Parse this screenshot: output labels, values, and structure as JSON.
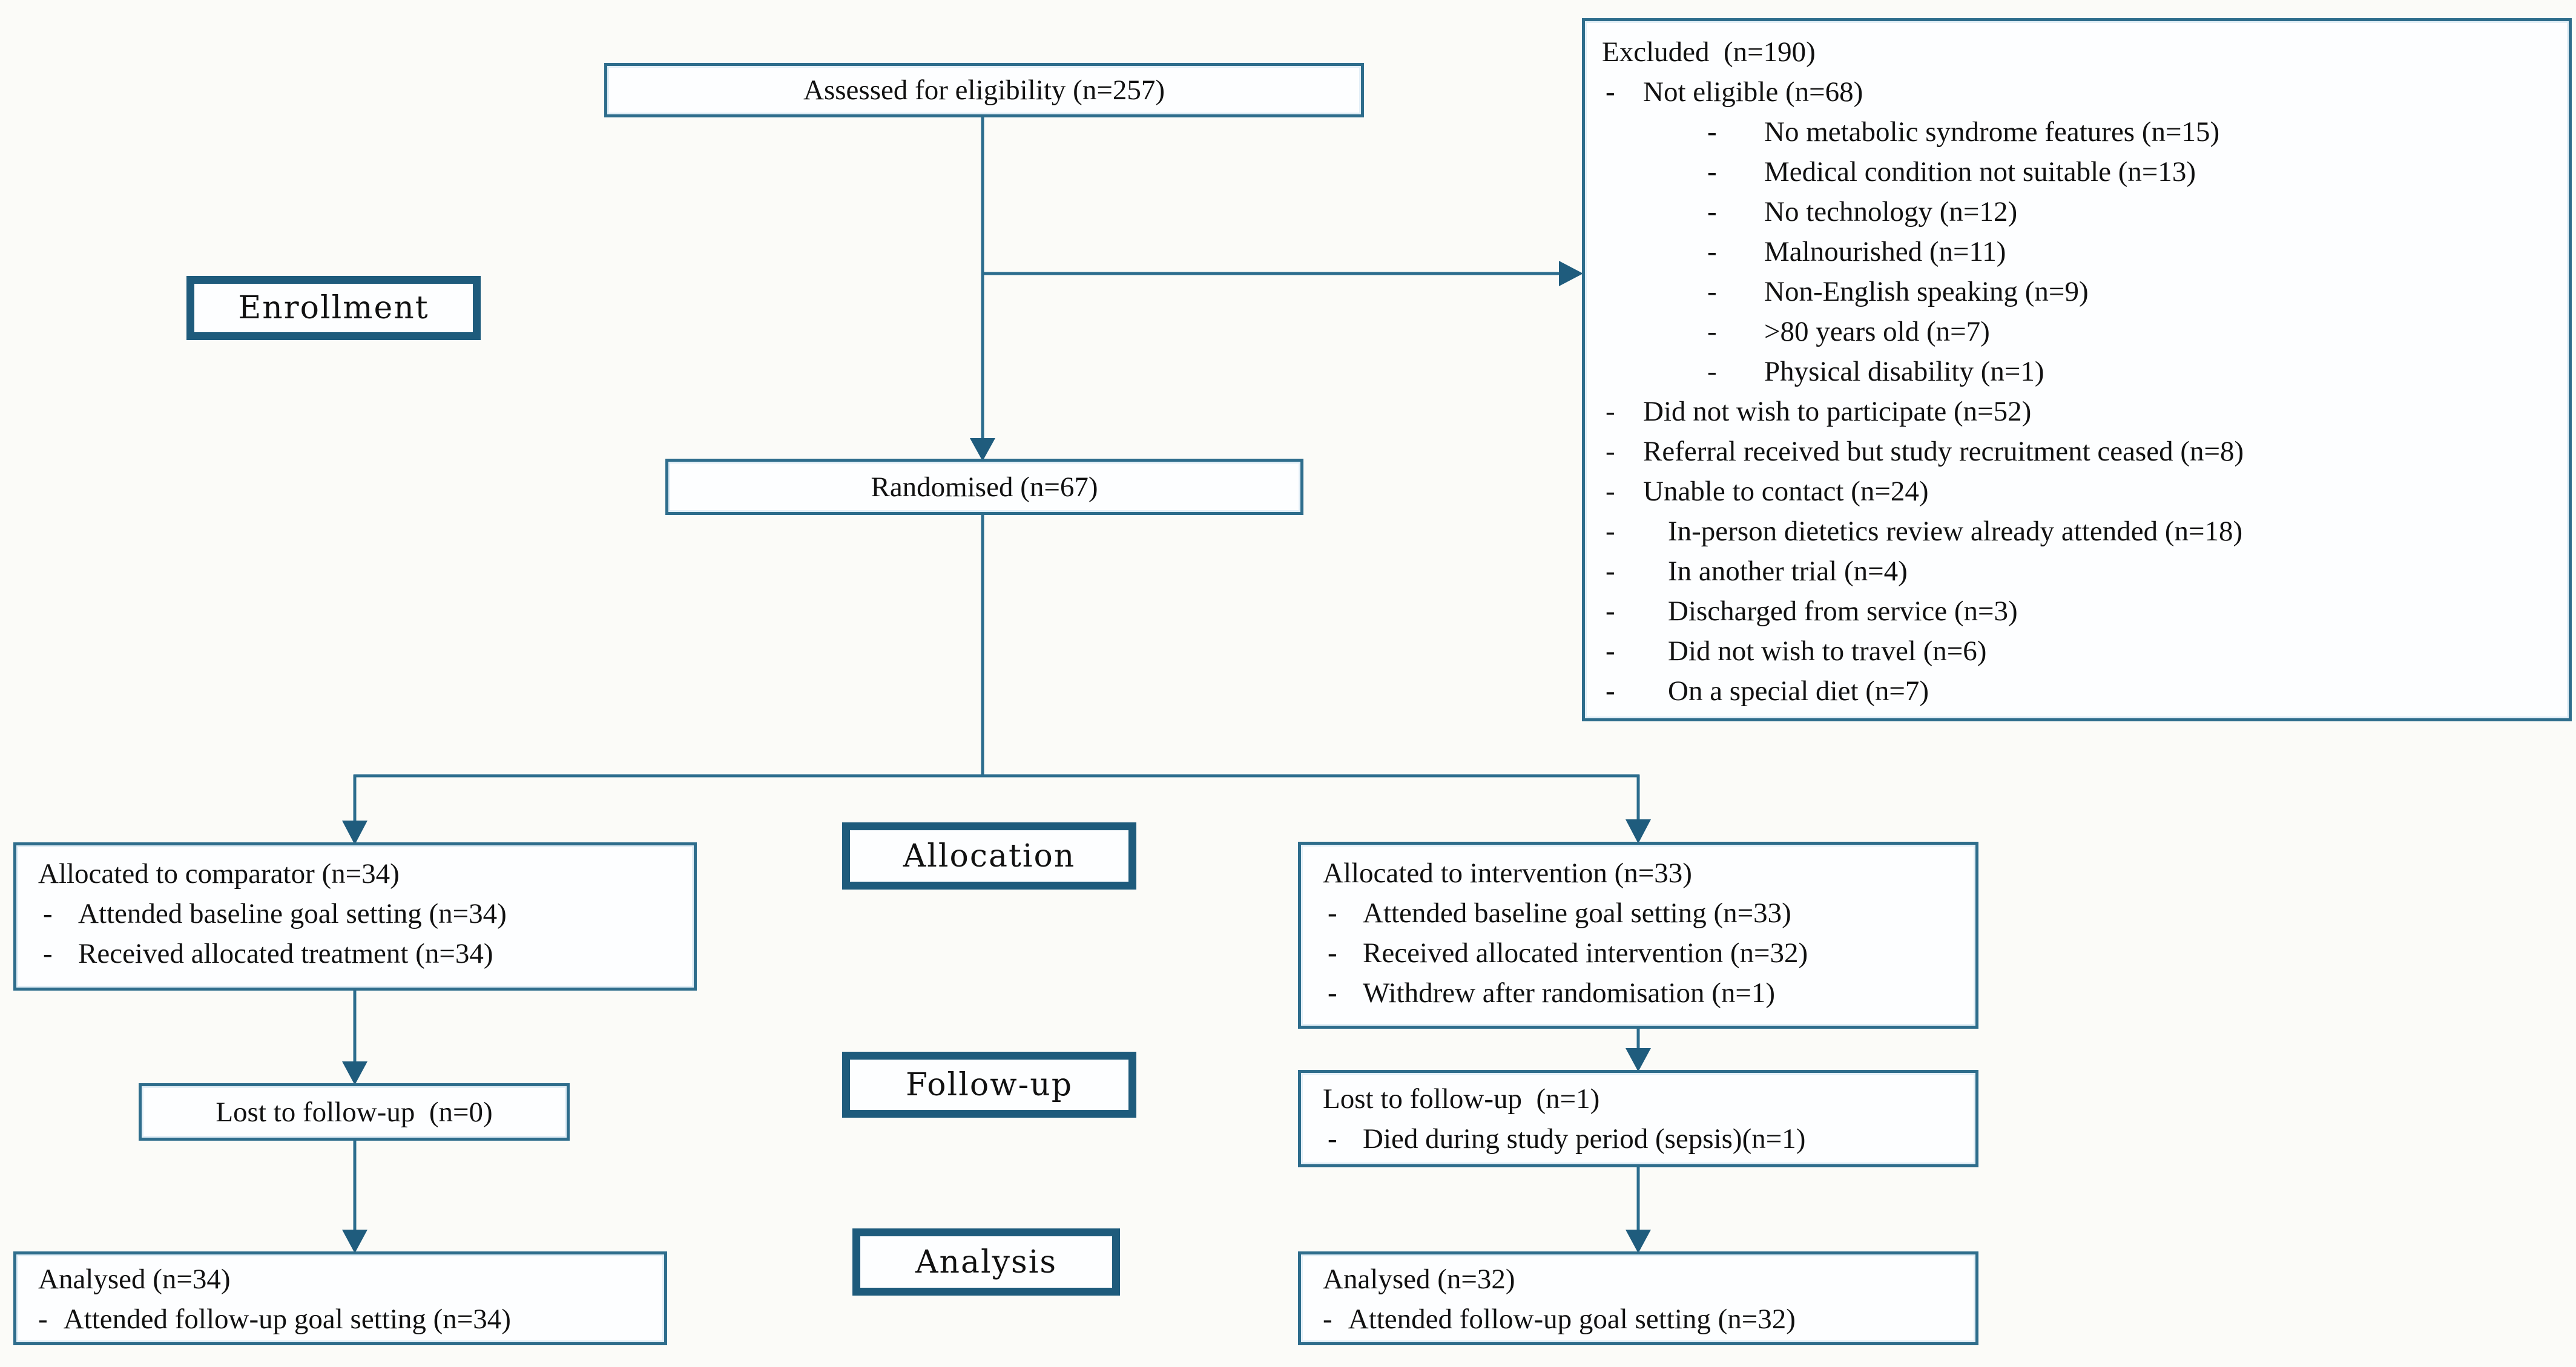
{
  "diagram_title": "CONSORT participant flow diagram",
  "colors": {
    "box_border": "#2e6d8c",
    "stage_border": "#1e5b7c",
    "connector": "#2c6d8e",
    "arrow": "#1f5c7d",
    "text": "#111111",
    "background": "#fbfbf8"
  },
  "stages": {
    "enrollment": "Enrollment",
    "allocation": "Allocation",
    "followup": "Follow-up",
    "analysis": "Analysis"
  },
  "assessed": {
    "title": "Assessed for eligibility (n=257)"
  },
  "randomised": {
    "title": "Randomised (n=67)"
  },
  "excluded": {
    "title": "Excluded  (n=190)",
    "items": [
      {
        "text": "Not eligible (n=68)",
        "indent": "l1"
      },
      {
        "text": "No metabolic syndrome features (n=15)",
        "indent": "l2"
      },
      {
        "text": "Medical condition not suitable (n=13)",
        "indent": "l2"
      },
      {
        "text": "No technology (n=12)",
        "indent": "l2"
      },
      {
        "text": "Malnourished (n=11)",
        "indent": "l2"
      },
      {
        "text": "Non-English speaking (n=9)",
        "indent": "l2"
      },
      {
        "text": ">80 years old (n=7)",
        "indent": "l2"
      },
      {
        "text": "Physical disability (n=1)",
        "indent": "l2"
      },
      {
        "text": "Did not wish to participate (n=52)",
        "indent": "l1"
      },
      {
        "text": "Referral received but study recruitment ceased (n=8)",
        "indent": "l1"
      },
      {
        "text": "Unable to contact (n=24)",
        "indent": "l1"
      },
      {
        "text": "In-person dietetics review already attended (n=18)",
        "indent": "l1b"
      },
      {
        "text": "In another trial (n=4)",
        "indent": "l1b"
      },
      {
        "text": "Discharged from service (n=3)",
        "indent": "l1b"
      },
      {
        "text": "Did not wish to travel (n=6)",
        "indent": "l1b"
      },
      {
        "text": "On a special diet (n=7)",
        "indent": "l1b"
      }
    ]
  },
  "comparator_allocation": {
    "title": "Allocated to comparator (n=34)",
    "items": [
      {
        "text": "Attended baseline goal setting (n=34)",
        "indent": "l1"
      },
      {
        "text": "Received allocated treatment (n=34)",
        "indent": "l1"
      }
    ]
  },
  "intervention_allocation": {
    "title": "Allocated to intervention (n=33)",
    "items": [
      {
        "text": "Attended baseline goal setting (n=33)",
        "indent": "l1"
      },
      {
        "text": "Received allocated intervention (n=32)",
        "indent": "l1"
      },
      {
        "text": "Withdrew after randomisation (n=1)",
        "indent": "l1"
      }
    ]
  },
  "comparator_followup": {
    "title": "Lost to follow-up  (n=0)"
  },
  "intervention_followup": {
    "title": "Lost to follow-up  (n=1)",
    "items": [
      {
        "text": "Died during study period (sepsis)(n=1)",
        "indent": "l1"
      }
    ]
  },
  "comparator_analysis": {
    "title": "Analysed (n=34)",
    "items": [
      {
        "text": " Attended follow-up goal setting (n=34)",
        "indent": "l0"
      }
    ]
  },
  "intervention_analysis": {
    "title": "Analysed (n=32)",
    "items": [
      {
        "text": " Attended follow-up goal setting (n=32)",
        "indent": "l0"
      }
    ]
  }
}
